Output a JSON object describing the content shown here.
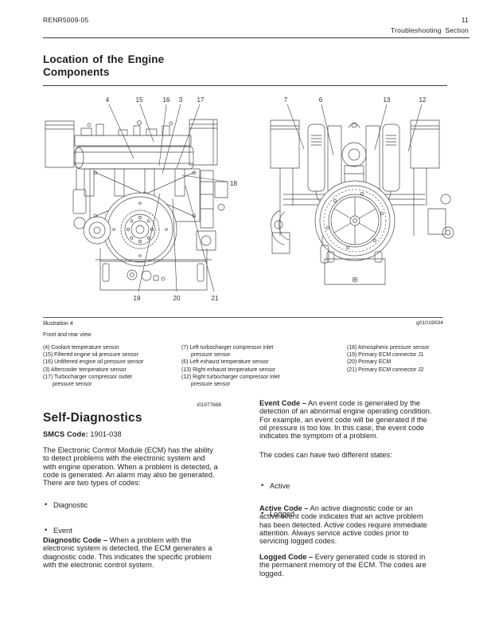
{
  "header": {
    "document_number": "RENR5009-05",
    "page_number": "11",
    "section_title": "Troubleshooting Section"
  },
  "title": {
    "line1": "Location of the Engine",
    "line2": "Components"
  },
  "illustration": {
    "label": "Illustration 4",
    "graphic_id": "g01019034",
    "caption": "Front and rear view",
    "callouts": {
      "front": {
        "n4": "4",
        "n15": "15",
        "n16": "16",
        "n3": "3",
        "n17": "17",
        "n18": "18",
        "n19": "19",
        "n20": "20",
        "n21": "21"
      },
      "rear": {
        "n7": "7",
        "n6": "6",
        "n13": "13",
        "n12": "12"
      }
    },
    "legend": {
      "col1": [
        "(4) Coolant temperature sensor",
        "(15) Filtered engine oil pressure sensor",
        "(16) Unfiltered engine oil pressure sensor",
        "(3) Aftercooler temperature sensor",
        "(17) Turbocharger compressor outlet",
        "pressure sensor"
      ],
      "col2": [
        "(7) Left turbocharger compressor inlet",
        "pressure sensor",
        "(6) Left exhaust temperature sensor",
        "(13) Right exhaust temperature sensor",
        "(12) Right turbocharger compressor inlet",
        "pressure sensor"
      ],
      "col3": [
        "(18) Atmospheric pressure sensor",
        "(19) Primary ECM connector J1",
        "(20) Primary ECM",
        "(21) Primary ECM connector J2"
      ]
    }
  },
  "article": {
    "info_code": "i01977688",
    "heading": "Self-Diagnostics",
    "smcs": {
      "label": "SMCS Code:",
      "value": "1901-038"
    },
    "left": {
      "p1": [
        "The Electronic Control Module (ECM) has the ability",
        "to detect problems with the electronic system and",
        "with engine operation. When a problem is detected, a",
        "code is generated. An alarm may also be generated.",
        "There are two types of codes:"
      ],
      "bullets": [
        "Diagnostic",
        "Event"
      ],
      "p2": {
        "lead": "Diagnostic Code –",
        "lines": [
          " When a problem with the",
          "electronic system is detected, the ECM generates a",
          "diagnostic code. This indicates the specific problem",
          "with the electronic control system."
        ]
      }
    },
    "right": {
      "p3": {
        "lead": "Event Code –",
        "lines": [
          " An event code is generated by the",
          "detection of an abnormal engine operating condition.",
          "For example, an event code will be generated if the",
          "oil pressure is too low. In this case, the event code",
          "indicates the symptom of a problem."
        ]
      },
      "states_intro": "The codes can have two different states:",
      "bullets": [
        "Active",
        "Logged"
      ],
      "p4": {
        "lead": "Active Code –",
        "lines": [
          " An active diagnostic code or an",
          "active event code indicates that an active problem",
          "has been detected. Active codes require immediate",
          "attention. Always service active codes prior to",
          "servicing logged codes."
        ]
      },
      "p5": {
        "lead": "Logged Code –",
        "lines": [
          " Every generated code is stored in",
          "the permanent memory of the ECM. The codes are",
          "logged."
        ]
      }
    }
  },
  "colors": {
    "text": "#1f1f1f",
    "line_art": "#4a4a4a",
    "rule": "#3a3a3a"
  }
}
